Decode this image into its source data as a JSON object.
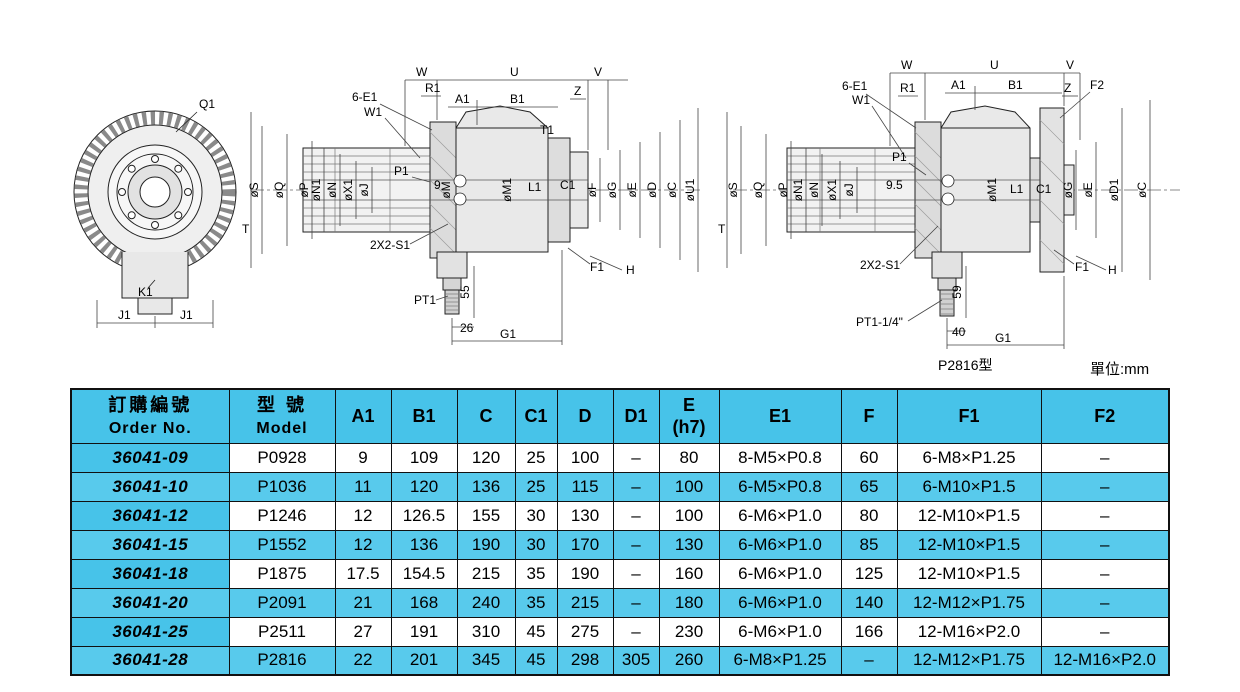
{
  "unit_label": "單位:mm",
  "drawings": {
    "front": {
      "q1": "Q1",
      "k1": "K1",
      "j1a": "J1",
      "j1b": "J1"
    },
    "mid": {
      "w": "W",
      "u": "U",
      "v": "V",
      "r1": "R1",
      "a1": "A1",
      "b1": "B1",
      "z": "Z",
      "e1_leader": "6-E1",
      "w1": "W1",
      "t1": "T1",
      "p1": "P1",
      "nine": "9",
      "t": "T",
      "os": "øS",
      "oq": "øQ",
      "op": "øP",
      "on1": "øN1",
      "on": "øN",
      "ox1": "øX1",
      "oj": "øJ",
      "om": "øM",
      "om1": "øM1",
      "l1": "L1",
      "c1": "C1",
      "of": "øF",
      "og": "øG",
      "oe": "øE",
      "od": "øD",
      "oc": "øC",
      "ou1": "øU1",
      "s1": "2X2-S1",
      "pt1": "PT1",
      "d55": "55",
      "d26": "26",
      "g1": "G1",
      "f1": "F1",
      "h": "H"
    },
    "right": {
      "w": "W",
      "u": "U",
      "v": "V",
      "r1": "R1",
      "a1": "A1",
      "b1": "B1",
      "z": "Z",
      "f2": "F2",
      "e1_leader": "6-E1",
      "w1": "W1",
      "p1": "P1",
      "d95": "9.5",
      "t": "T",
      "os": "øS",
      "oq": "øQ",
      "op": "øP",
      "on1": "øN1",
      "on": "øN",
      "ox1": "øX1",
      "oj": "øJ",
      "om1": "øM1",
      "l1": "L1",
      "c1": "C1",
      "og": "øG",
      "oe": "øE",
      "od1": "øD1",
      "oc": "øC",
      "s1": "2X2-S1",
      "pt1": "PT1-1/4\"",
      "d59": "59",
      "d40": "40",
      "g1": "G1",
      "f1": "F1",
      "h": "H",
      "caption": "P2816型"
    }
  },
  "table": {
    "header": {
      "order_zh": "訂購編號",
      "order_en": "Order No.",
      "model_zh": "型 號",
      "model_en": "Model",
      "a1": "A1",
      "b1": "B1",
      "c": "C",
      "c1": "C1",
      "d": "D",
      "d1": "D1",
      "e_line1": "E",
      "e_line2": "(h7)",
      "e1": "E1",
      "f": "F",
      "f1": "F1",
      "f2": "F2"
    },
    "rows": [
      {
        "order": "36041-09",
        "model": "P0928",
        "values": [
          "9",
          "109",
          "120",
          "25",
          "100",
          "–",
          "80",
          "8-M5×P0.8",
          "60",
          "6-M8×P1.25",
          "–"
        ]
      },
      {
        "order": "36041-10",
        "model": "P1036",
        "values": [
          "11",
          "120",
          "136",
          "25",
          "115",
          "–",
          "100",
          "6-M5×P0.8",
          "65",
          "6-M10×P1.5",
          "–"
        ]
      },
      {
        "order": "36041-12",
        "model": "P1246",
        "values": [
          "12",
          "126.5",
          "155",
          "30",
          "130",
          "–",
          "100",
          "6-M6×P1.0",
          "80",
          "12-M10×P1.5",
          "–"
        ]
      },
      {
        "order": "36041-15",
        "model": "P1552",
        "values": [
          "12",
          "136",
          "190",
          "30",
          "170",
          "–",
          "130",
          "6-M6×P1.0",
          "85",
          "12-M10×P1.5",
          "–"
        ]
      },
      {
        "order": "36041-18",
        "model": "P1875",
        "values": [
          "17.5",
          "154.5",
          "215",
          "35",
          "190",
          "–",
          "160",
          "6-M6×P1.0",
          "125",
          "12-M10×P1.5",
          "–"
        ]
      },
      {
        "order": "36041-20",
        "model": "P2091",
        "values": [
          "21",
          "168",
          "240",
          "35",
          "215",
          "–",
          "180",
          "6-M6×P1.0",
          "140",
          "12-M12×P1.75",
          "–"
        ]
      },
      {
        "order": "36041-25",
        "model": "P2511",
        "values": [
          "27",
          "191",
          "310",
          "45",
          "275",
          "–",
          "230",
          "6-M6×P1.0",
          "166",
          "12-M16×P2.0",
          "–"
        ]
      },
      {
        "order": "36041-28",
        "model": "P2816",
        "values": [
          "22",
          "201",
          "345",
          "45",
          "298",
          "305",
          "260",
          "6-M8×P1.25",
          "–",
          "12-M12×P1.75",
          "12-M16×P2.0"
        ]
      }
    ]
  }
}
